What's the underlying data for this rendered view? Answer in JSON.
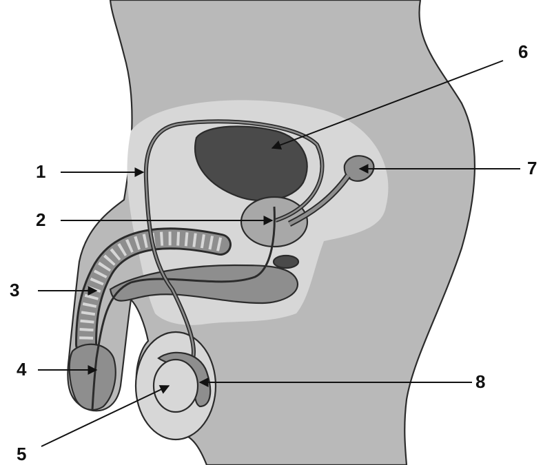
{
  "labels": [
    "1",
    "2",
    "3",
    "4",
    "5",
    "6",
    "7",
    "8"
  ],
  "colors": {
    "background": "#ffffff",
    "body": "#b9b9b9",
    "region": "#d7d7d7",
    "organ_dark": "#4a4a4a",
    "organ_mid": "#8e8e8e",
    "organ_light": "#c8c8c8",
    "outline": "#2b2b2b"
  }
}
